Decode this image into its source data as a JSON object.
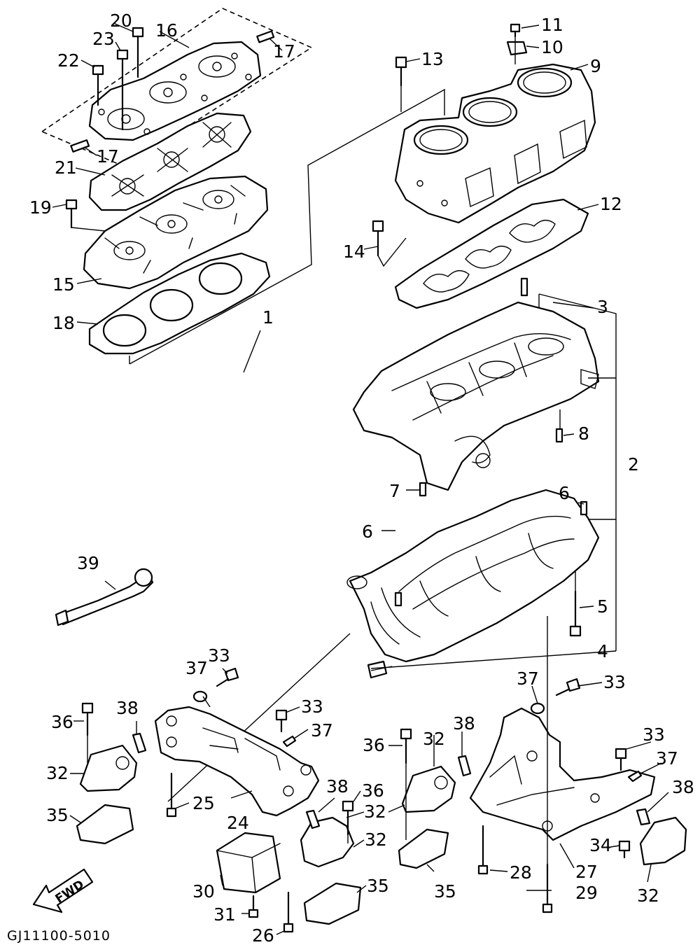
{
  "diagram": {
    "drawing_code": "GJ11100-5010",
    "direction_label": "FWD",
    "callouts": [
      {
        "id": "c1",
        "text": "1"
      },
      {
        "id": "c2",
        "text": "2"
      },
      {
        "id": "c3",
        "text": "3"
      },
      {
        "id": "c4",
        "text": "4"
      },
      {
        "id": "c5",
        "text": "5"
      },
      {
        "id": "c6a",
        "text": "6"
      },
      {
        "id": "c6b",
        "text": "6"
      },
      {
        "id": "c7",
        "text": "7"
      },
      {
        "id": "c8",
        "text": "8"
      },
      {
        "id": "c9",
        "text": "9"
      },
      {
        "id": "c10",
        "text": "10"
      },
      {
        "id": "c11",
        "text": "11"
      },
      {
        "id": "c12",
        "text": "12"
      },
      {
        "id": "c13",
        "text": "13"
      },
      {
        "id": "c14",
        "text": "14"
      },
      {
        "id": "c15",
        "text": "15"
      },
      {
        "id": "c16",
        "text": "16"
      },
      {
        "id": "c17a",
        "text": "17"
      },
      {
        "id": "c17b",
        "text": "17"
      },
      {
        "id": "c18",
        "text": "18"
      },
      {
        "id": "c19",
        "text": "19"
      },
      {
        "id": "c20",
        "text": "20"
      },
      {
        "id": "c21",
        "text": "21"
      },
      {
        "id": "c22",
        "text": "22"
      },
      {
        "id": "c23",
        "text": "23"
      },
      {
        "id": "c24",
        "text": "24"
      },
      {
        "id": "c25",
        "text": "25"
      },
      {
        "id": "c26",
        "text": "26"
      },
      {
        "id": "c27",
        "text": "27"
      },
      {
        "id": "c28",
        "text": "28"
      },
      {
        "id": "c29",
        "text": "29"
      },
      {
        "id": "c30",
        "text": "30"
      },
      {
        "id": "c31",
        "text": "31"
      },
      {
        "id": "c32a",
        "text": "32"
      },
      {
        "id": "c32b",
        "text": "32"
      },
      {
        "id": "c32c",
        "text": "32"
      },
      {
        "id": "c32d",
        "text": "32"
      },
      {
        "id": "c32e",
        "text": "32"
      },
      {
        "id": "c33a",
        "text": "33"
      },
      {
        "id": "c33b",
        "text": "33"
      },
      {
        "id": "c33c",
        "text": "33"
      },
      {
        "id": "c33d",
        "text": "33"
      },
      {
        "id": "c34",
        "text": "34"
      },
      {
        "id": "c35a",
        "text": "35"
      },
      {
        "id": "c35b",
        "text": "35"
      },
      {
        "id": "c35c",
        "text": "35"
      },
      {
        "id": "c36a",
        "text": "36"
      },
      {
        "id": "c36b",
        "text": "36"
      },
      {
        "id": "c36c",
        "text": "36"
      },
      {
        "id": "c37a",
        "text": "37"
      },
      {
        "id": "c37b",
        "text": "37"
      },
      {
        "id": "c37c",
        "text": "37"
      },
      {
        "id": "c37d",
        "text": "37"
      },
      {
        "id": "c38a",
        "text": "38"
      },
      {
        "id": "c38b",
        "text": "38"
      },
      {
        "id": "c38c",
        "text": "38"
      },
      {
        "id": "c38d",
        "text": "38"
      },
      {
        "id": "c39",
        "text": "39"
      }
    ]
  }
}
